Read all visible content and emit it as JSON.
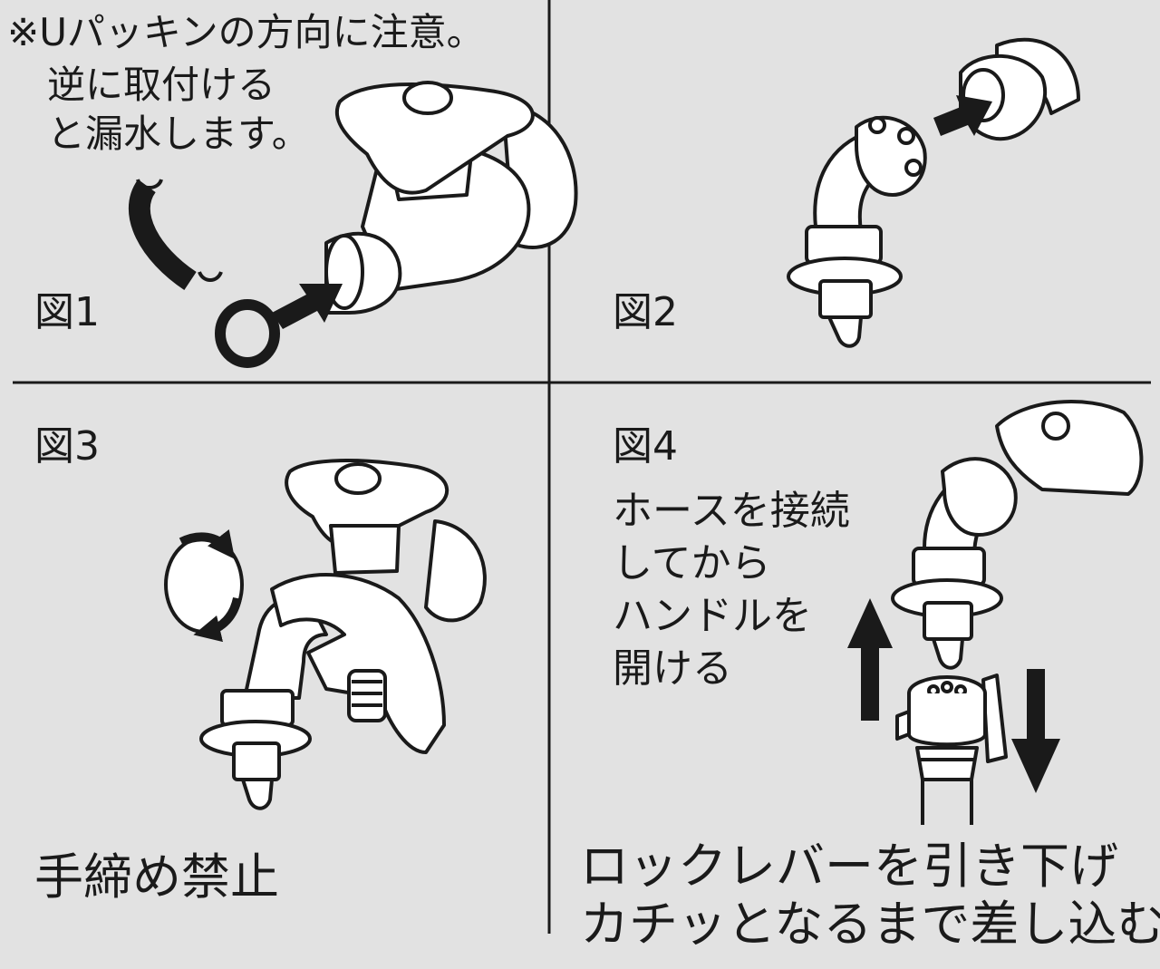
{
  "note": {
    "line1": "※Uパッキンの方向に注意。",
    "line2": "逆に取付ける",
    "line3": "と漏水します。"
  },
  "figures": {
    "fig1": "図1",
    "fig2": "図2",
    "fig3": "図3",
    "fig4": "図4"
  },
  "fig3": {
    "warning": "手締め禁止"
  },
  "fig4": {
    "instruction_lines": [
      "ホースを接続",
      "してから",
      "ハンドルを",
      "開ける"
    ],
    "lock_lines": [
      "ロックレバーを引き下げ",
      "カチッとなるまで差し込む"
    ]
  },
  "colors": {
    "background": "#e2e2e2",
    "line": "#1a1a1a",
    "part_fill": "#ffffff"
  }
}
